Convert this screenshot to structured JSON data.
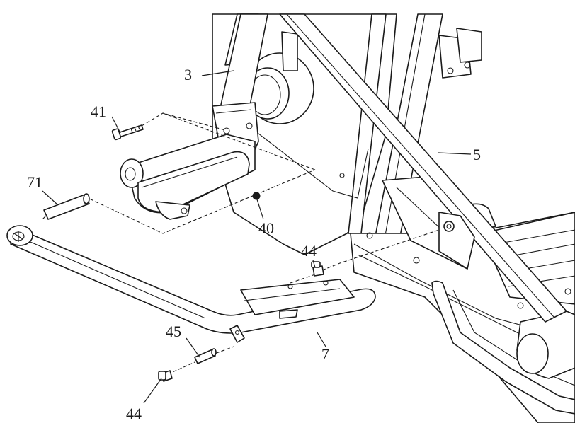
{
  "callouts": {
    "c3": "3",
    "c41": "41",
    "c5": "5",
    "c71": "71",
    "c40": "40",
    "c44_top": "44",
    "c45": "45",
    "c7": "7",
    "c44_bottom": "44"
  }
}
